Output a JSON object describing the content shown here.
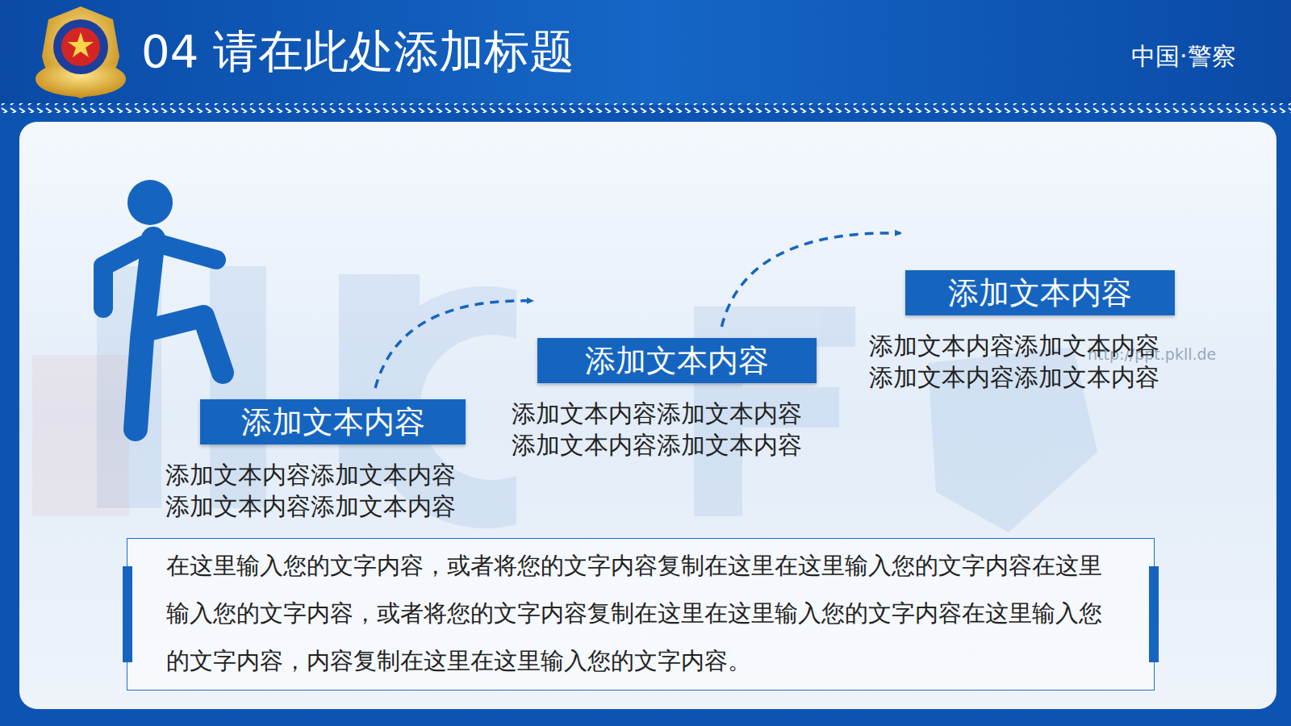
{
  "diagram": {
    "title": "04 请在此处添加标题",
    "nodes": [
      {
        "text": [
          "添加文本内容",
          "添加文本内容添加文本内容 添加文本内容添加文本内容"
        ]
      },
      {
        "text": [
          "添加文本内容",
          "添加文本内容添加文本内容 添加文本内容添加文本内容"
        ]
      },
      {
        "text": [
          "添加文本内容",
          "添加文本内容添加文本内容 添加文本内容添加文本内容"
        ]
      },
      {
        "text": [
          "在这里输入您的文字内容，或者将您的文字内容复制在这里在这里输入您的文字内容在这里输入您的文字内容，或者将您的文字内容复制在这里在这里输入您的文字内容在这里输入您的文字内容，内容复制在这里在这里输入您的文字内容。"
        ]
      }
    ],
    "edges": [
      {
        "from": 0,
        "to": 1,
        "arrow": "to"
      },
      {
        "from": 1,
        "to": 2,
        "arrow": "to"
      }
    ],
    "labels": [
      "中国·警察",
      "http://ppt.pkll.de"
    ]
  }
}
